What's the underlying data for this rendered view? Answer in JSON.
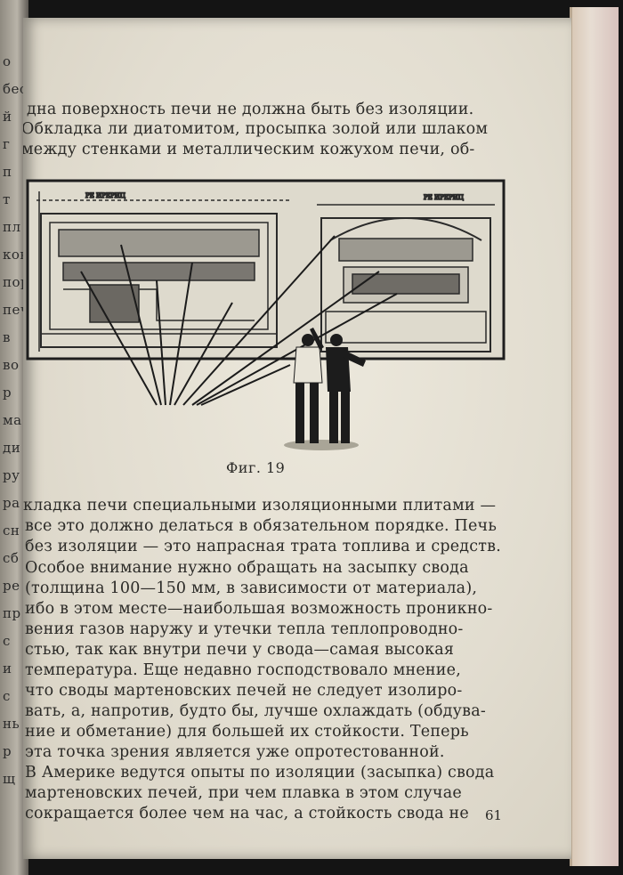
{
  "left_page_fragments": [
    "о",
    "бестк",
    "й",
    "г",
    "п",
    "т",
    "пл",
    "ков",
    "пор",
    "печи",
    "в",
    "во",
    "р",
    "ма",
    "ди",
    "ру",
    "ра",
    "сн",
    "сб",
    "ре",
    "пр",
    "с",
    "и",
    "с",
    "нь",
    "р",
    "щ"
  ],
  "text_top": [
    "дна поверхность печи не должна быть без изоляции.",
    "Обкладка ли диатомитом, просыпка золой или шлаком",
    "между стенками и металлическим  кожухом печи, об-"
  ],
  "figure": {
    "caption": "Фиг. 19",
    "drawing_labels": [
      "РЕ ИРЕРИЦ",
      "РЕ ИРЕРИЦ"
    ]
  },
  "text_bottom": [
    "кладка печи специальными изоляционными плитами —",
    "все это должно делаться в обязательном порядке. Печь",
    "без изоляции — это напрасная трата топлива и средств.",
    "Особое внимание нужно обращать  на засыпку свода",
    "(толщина 100—150  мм, в зависимости  от материала),",
    "ибо в этом месте—наибольшая возможность проникно-",
    "вения газов наружу и утечки тепла  теплопроводно-",
    "стью, так как  внутри  печи у свода—самая высокая",
    "температура.  Еще  недавно господствовало мнение,",
    "что своды мартеновских  печей  не следует изолиро-",
    "вать, а, напротив, будто бы, лучше охлаждать (обдува-",
    "ние и обметание) для большей их  стойкости. Теперь",
    "эта точка зрения  является    уже опротестованной.",
    "В Америке ведутся опыты по изоляции (засыпка) свода",
    "мартеновских  печей,  при чем плавка в этом случае",
    "сокращается более чем  на час, а стойкость свода не"
  ],
  "page_number": "61"
}
